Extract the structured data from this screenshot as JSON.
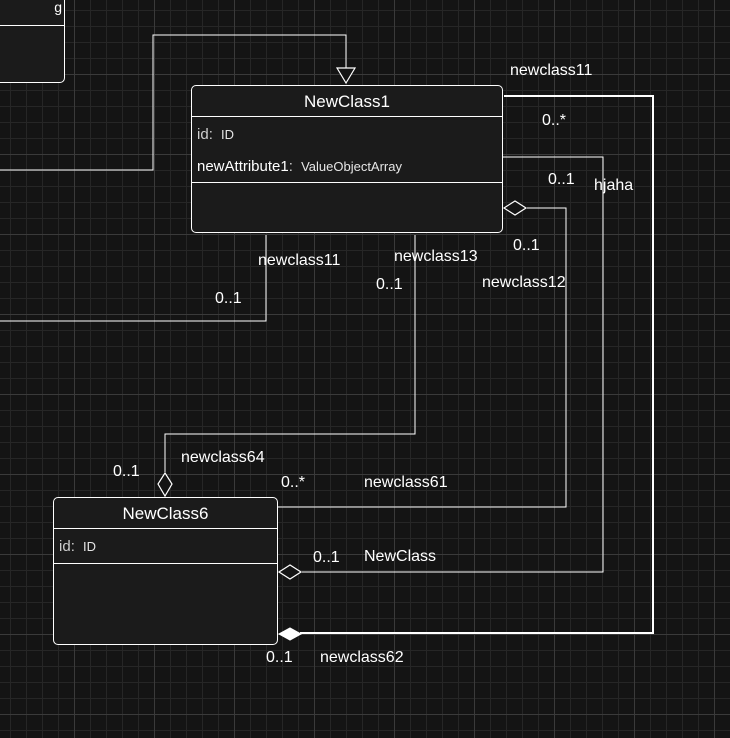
{
  "theme": {
    "background": "#141414",
    "line": "#ffffff"
  },
  "classes": {
    "newclass1": {
      "name": "NewClass1",
      "attributes": [
        {
          "name": "id",
          "type": "ID"
        },
        {
          "name": "newAttribute1",
          "type": "ValueObjectArray"
        }
      ]
    },
    "newclass6": {
      "name": "NewClass6",
      "attributes": [
        {
          "name": "id",
          "type": "ID"
        }
      ]
    }
  },
  "partial_class": {
    "label_fragment": "g"
  },
  "edge_labels": {
    "top_right_name": "newclass11",
    "top_right_mult": "0..*",
    "right_mult": "0..1",
    "right_name": "hjaha",
    "agg_mult": "0..1",
    "agg_name": "newclass12",
    "left_name": "newclass11",
    "left_mult": "0..1",
    "mid_name": "newclass13",
    "mid_mult": "0..1",
    "c6_top_mult": "0..1",
    "c6_top_name": "newclass64",
    "c6_right_mult": "0..*",
    "c6_right_name": "newclass61",
    "c6_agg_mult": "0..1",
    "c6_agg_name": "NewClass",
    "c6_bottom_mult": "0..1",
    "c6_bottom_name": "newclass62"
  }
}
